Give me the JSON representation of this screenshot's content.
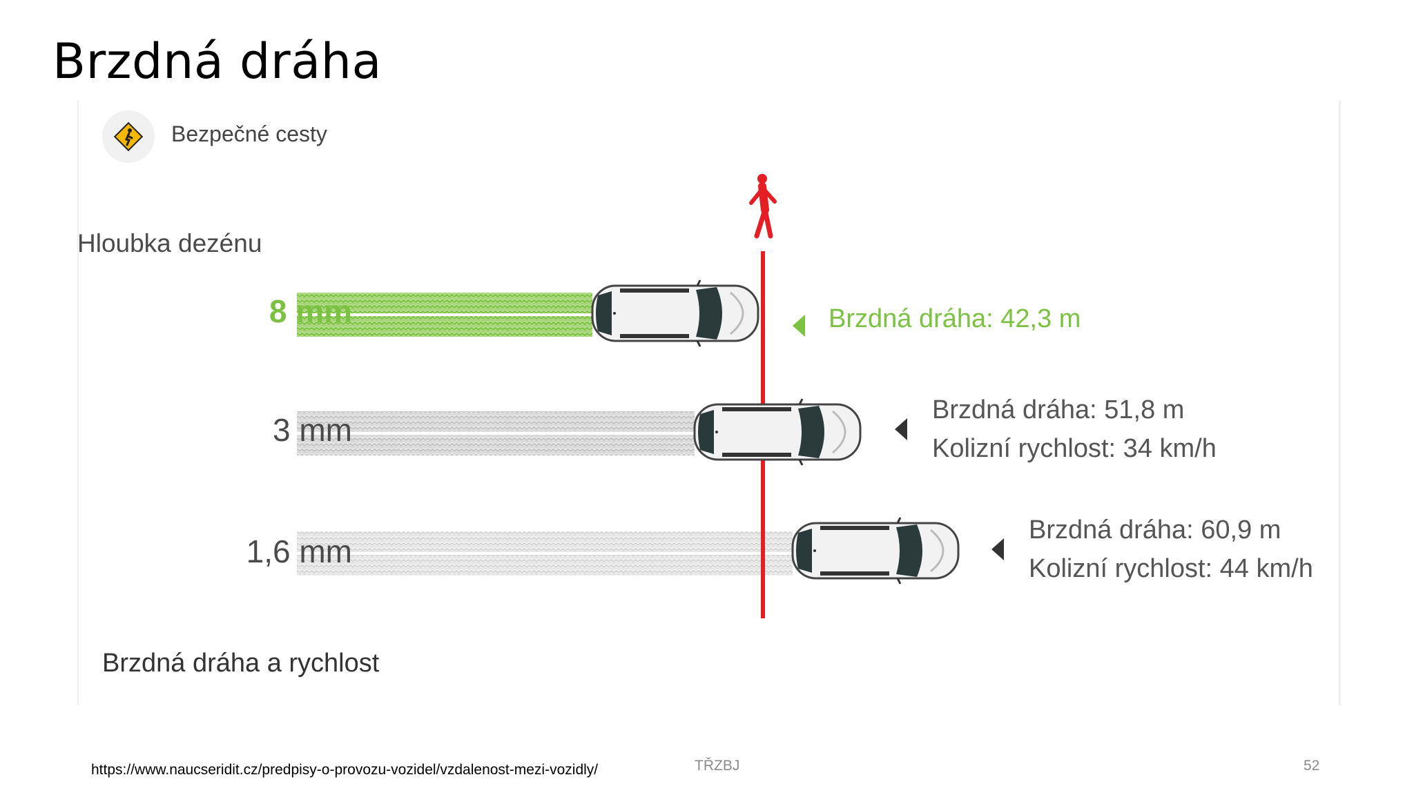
{
  "slide": {
    "title": "Brzdná dráha",
    "footer_url": "https://www.naucseridit.cz/predpisy-o-provozu-vozidel/vzdalenost-mezi-vozidly/",
    "footer_center": "TŘZBJ",
    "page_number": "52"
  },
  "figure": {
    "brand": "Bezpečné cesty",
    "depth_heading": "Hloubka dezénu",
    "caption": "Brzdná dráha a rychlost",
    "rows": [
      {
        "depth": "8 mm",
        "line1": "Brzdná dráha: 42,3 m",
        "line2": "",
        "color": "#7cc242"
      },
      {
        "depth": "3 mm",
        "line1": "Brzdná dráha: 51,8 m",
        "line2": "Kolizní rychlost: 34 km/h",
        "color": "#555555"
      },
      {
        "depth": "1,6 mm",
        "line1": "Brzdná dráha: 60,9 m",
        "line2": "Kolizní rychlost: 44 km/h",
        "color": "#555555"
      }
    ],
    "colors": {
      "accent_green": "#7cc242",
      "stop_line": "#e31e24",
      "pedestrian": "#e31e24",
      "track_gray": "#d0d0d0"
    },
    "icons": {
      "brand_icon": "warning-diamond-icon",
      "pedestrian_icon": "pedestrian-icon",
      "arrow_icon": "left-triangle-icon"
    }
  }
}
